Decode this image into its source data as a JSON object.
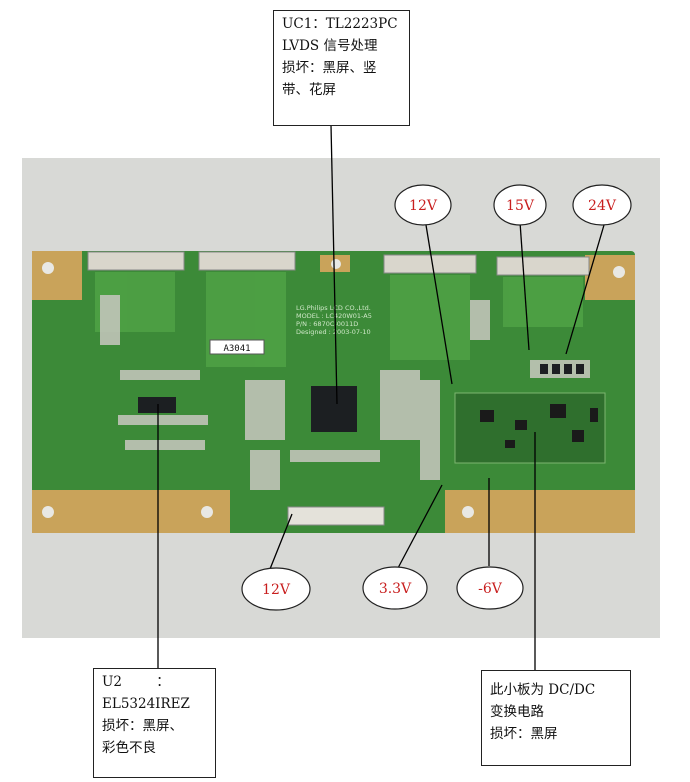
{
  "callouts": {
    "uc1": [
      "UC1：TL2223PC",
      "LVDS 信号处理",
      "损坏：黑屏、竖",
      "带、花屏"
    ],
    "u2": [
      "U2        ：",
      "EL5324IREZ",
      "损坏：黑屏、",
      "彩色不良"
    ],
    "dcdc": [
      "此小板为 DC/DC",
      "变换电路",
      "损坏：黑屏"
    ]
  },
  "voltages": {
    "v12_top": "12V",
    "v15": "15V",
    "v24": "24V",
    "v12_bottom": "12V",
    "v33": "3.3V",
    "vneg6": "-6V"
  },
  "board": {
    "silk_lines": [
      "LG.Philips LCD CO.,Ltd.",
      "MODEL : LC420W01-A5",
      "P/N : 6870C-0011D",
      "Designed : 2003-07-10"
    ],
    "sticker": "A3041"
  },
  "colors": {
    "label_red": "#c81e1e",
    "pcb_green": "#3f8a3a",
    "pcb_gold": "#c9a35a"
  }
}
